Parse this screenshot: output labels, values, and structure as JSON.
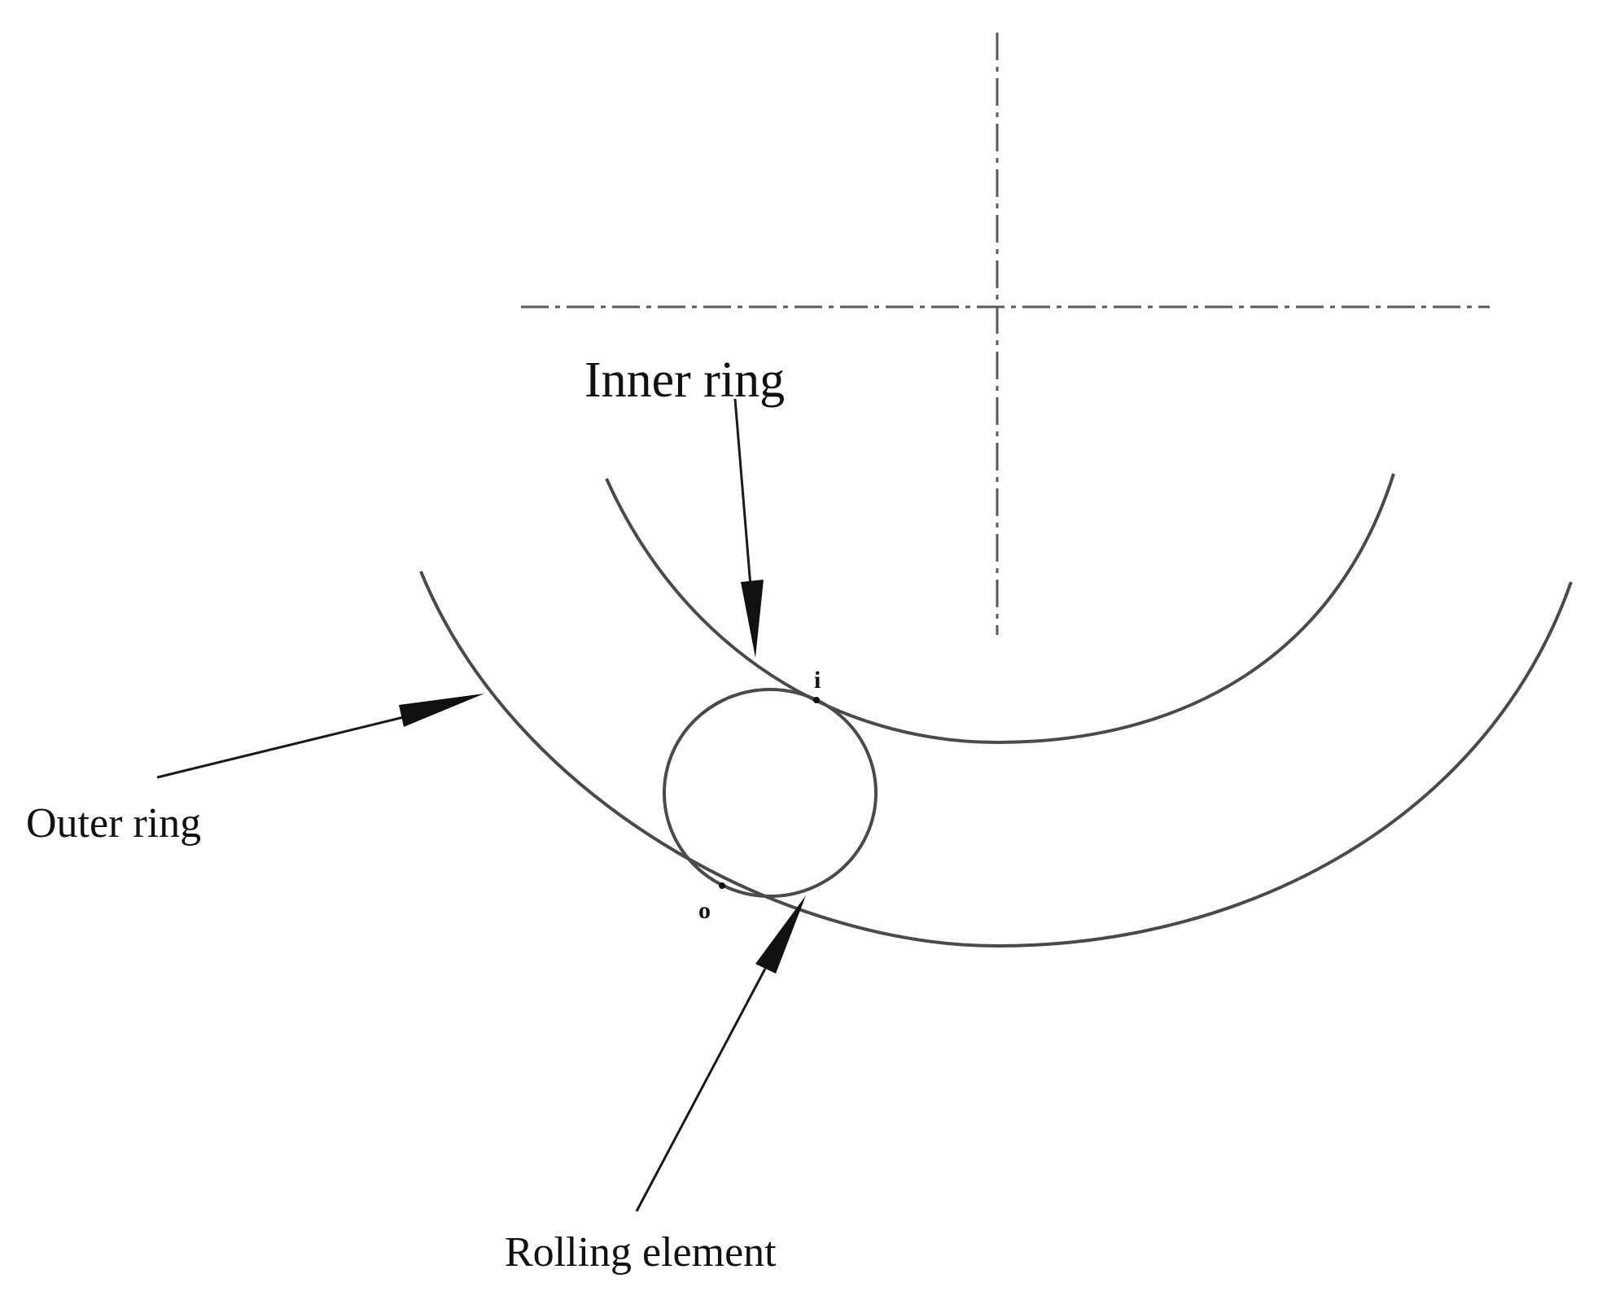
{
  "labels": {
    "inner_ring": "Inner ring",
    "outer_ring": "Outer ring",
    "rolling_element": "Rolling element",
    "inner_contact": "i",
    "outer_contact": "o"
  },
  "colors": {
    "line": "#4a4a4a",
    "text": "#111111",
    "background": "#ffffff"
  }
}
